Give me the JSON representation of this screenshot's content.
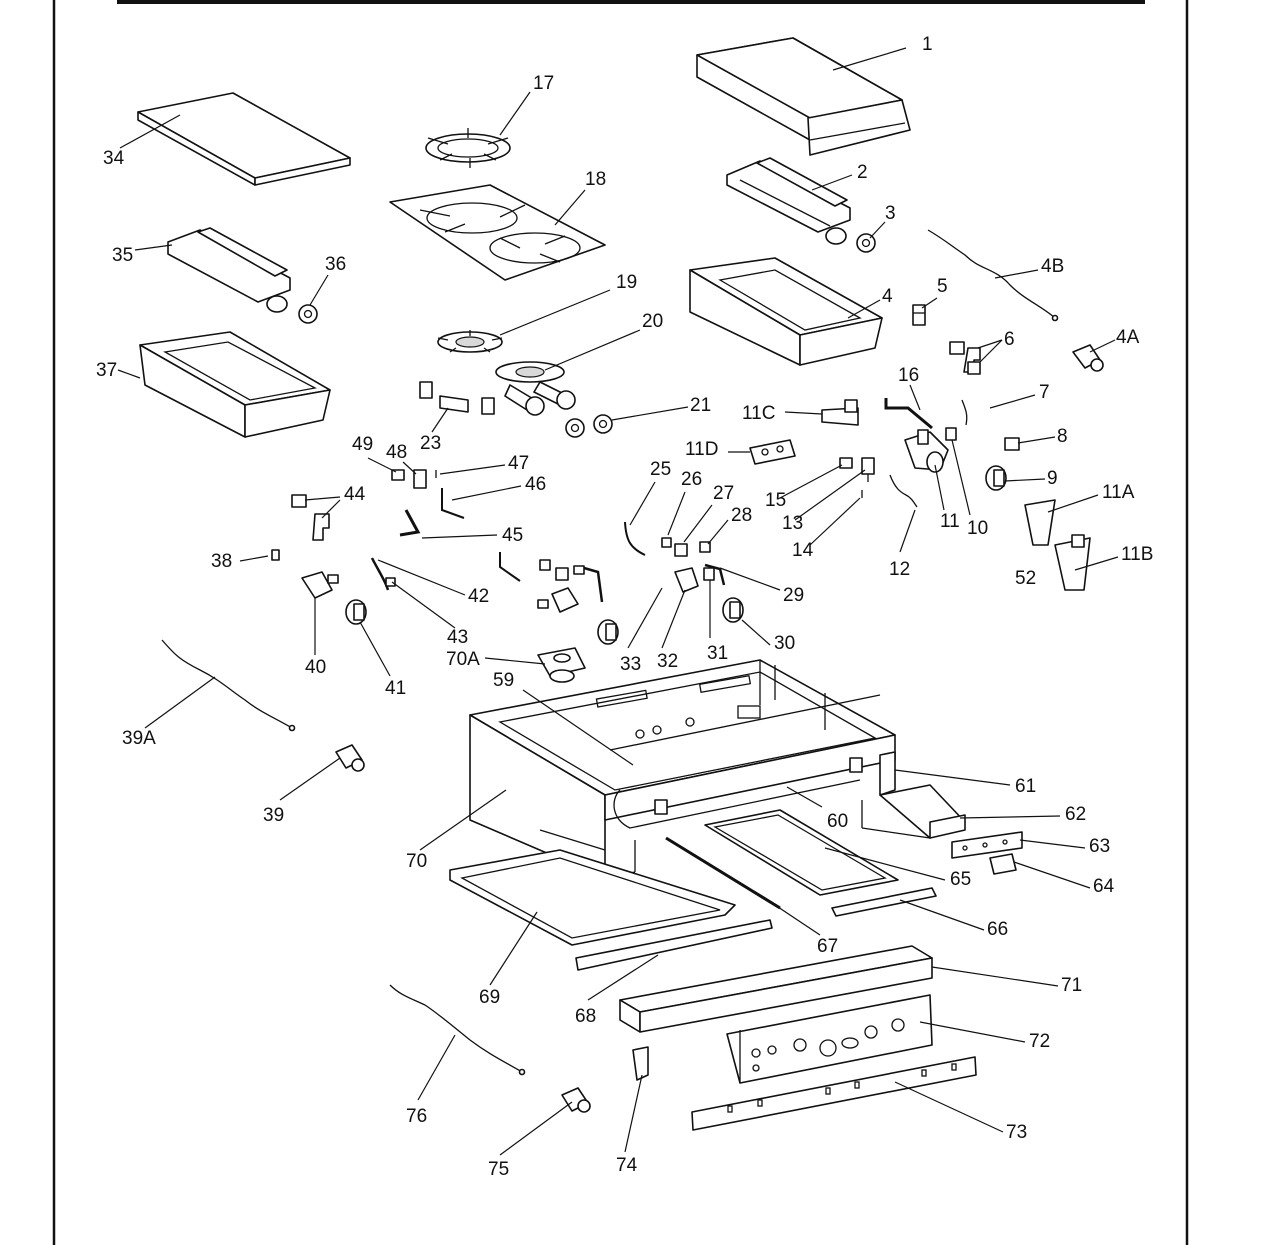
{
  "labels": [
    "1",
    "2",
    "3",
    "4B",
    "4",
    "4A",
    "5",
    "6",
    "7",
    "8",
    "9",
    "10",
    "11",
    "11A",
    "11B",
    "11C",
    "11D",
    "12",
    "13",
    "14",
    "15",
    "16",
    "17",
    "18",
    "19",
    "20",
    "21",
    "23",
    "25",
    "26",
    "27",
    "28",
    "29",
    "30",
    "31",
    "32",
    "33",
    "34",
    "35",
    "36",
    "37",
    "38",
    "39",
    "39A",
    "40",
    "41",
    "42",
    "43",
    "44",
    "45",
    "46",
    "47",
    "48",
    "49",
    "52",
    "59",
    "60",
    "61",
    "62",
    "63",
    "64",
    "65",
    "66",
    "67",
    "68",
    "69",
    "70",
    "70A",
    "71",
    "72",
    "73",
    "74",
    "75",
    "76"
  ]
}
